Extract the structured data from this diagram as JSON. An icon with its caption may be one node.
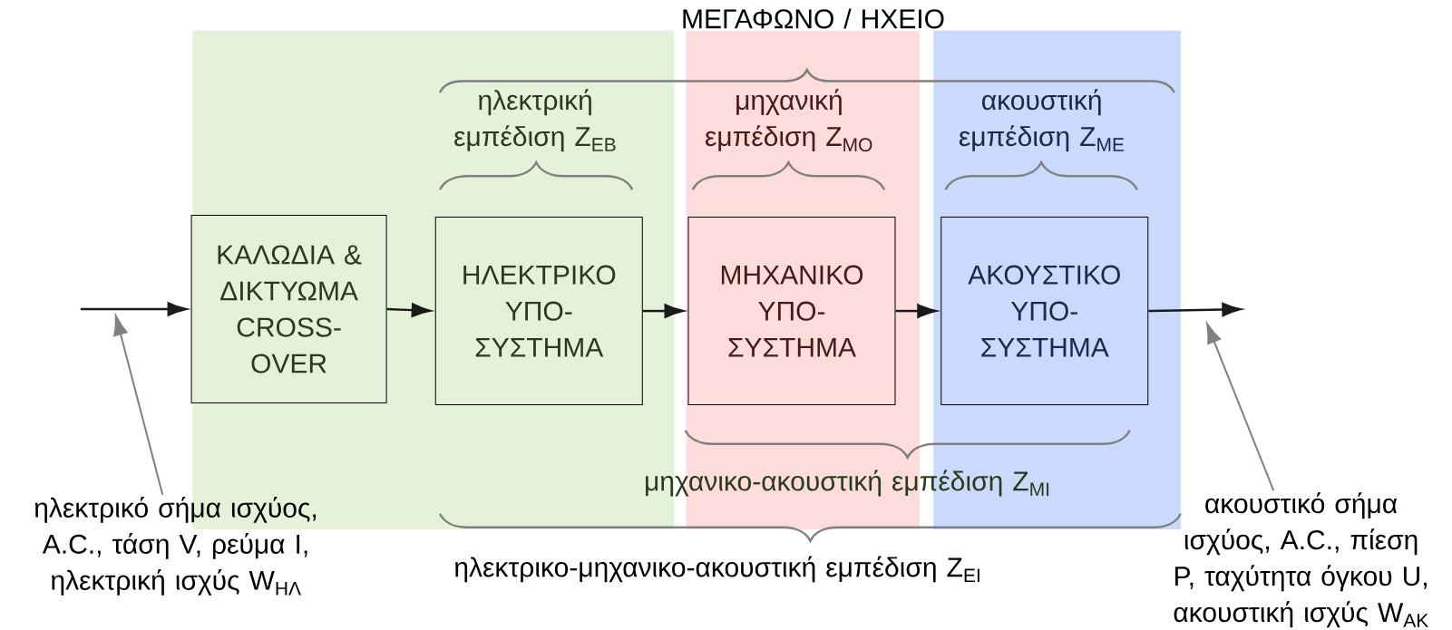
{
  "diagram": {
    "nodes": [
      {
        "text": [
          "ΚΑΛΩΔΙΑ & ΔΙΚΤΥΩΜΑ CROSS-OVER"
        ]
      },
      {
        "text": [
          "ΗΛΕΚΤΡΙΚΟ ΥΠΟ-ΣΥΣΤΗΜΑ"
        ]
      },
      {
        "text": [
          "ΜΗΧΑΝΙΚΟ ΥΠΟ-ΣΥΣΤΗΜΑ"
        ]
      },
      {
        "text": [
          "ΑΚΟΥΣΤΙΚΟ ΥΠΟ-ΣΥΣΤΗΜΑ"
        ]
      },
      {
        "text": [
          "ηλεκτρικό σήμα ισχύος, A.C., τάση V, ρεύμα I, ηλεκτρική ισχύς W$_{ΗΛ}$"
        ]
      },
      {
        "text": [
          "ακουστικό σήμα ισχύος, A.C., πίεση P, ταχύτητα όγκου U, ακουστική ισχύς W$_{ΑΚ}$"
        ]
      }
    ],
    "edges": [
      {
        "from": null,
        "to": 0,
        "arrow": "to"
      },
      {
        "from": 0,
        "to": 1,
        "arrow": "to"
      },
      {
        "from": 1,
        "to": 2,
        "arrow": "to"
      },
      {
        "from": 2,
        "to": 3,
        "arrow": "to"
      },
      {
        "from": 3,
        "to": null,
        "arrow": "to"
      },
      {
        "from": 4,
        "to": null,
        "arrow": "to",
        "color": "#808080"
      },
      {
        "from": 5,
        "to": null,
        "arrow": "to",
        "color": "#808080"
      }
    ],
    "labels": [
      "ΜΕΓΑΦΩΝΟ / ΗΧΕΙΟ",
      "ηλεκτρική εμπέδιση Z$_{ΕΒ}$",
      "μηχανική εμπέδιση Z$_{ΜΟ}$",
      "ακουστική εμπέδιση Z$_{ΜΕ}$",
      "μηχανικο-ακουστική εμπέδιση Z$_{ΜΙ}$",
      "ηλεκτρικο-μηχανικο-ακουστική εμπέδιση Z$_{ΕΙ}$"
    ]
  }
}
